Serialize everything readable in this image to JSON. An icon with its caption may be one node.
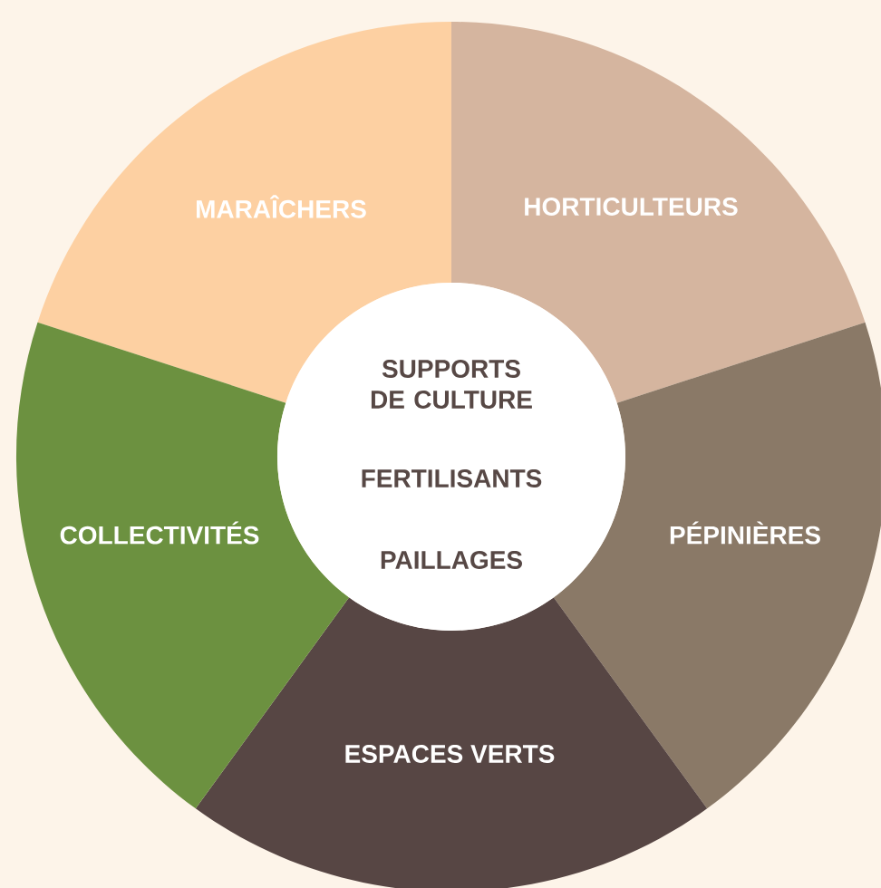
{
  "diagram": {
    "nodes": [
      {
        "text": [
          "MARAÎCHERS"
        ]
      },
      {
        "text": [
          "HORTICULTEURS"
        ]
      },
      {
        "text": [
          "PÉPINIÈRES"
        ]
      },
      {
        "text": [
          "ESPACES VERTS"
        ]
      },
      {
        "text": [
          "COLLECTIVITÉS"
        ]
      },
      {
        "text": [
          "SUPPORTS DE CULTURE",
          "FERTILISANTS",
          "PAILLAGES"
        ]
      }
    ]
  }
}
